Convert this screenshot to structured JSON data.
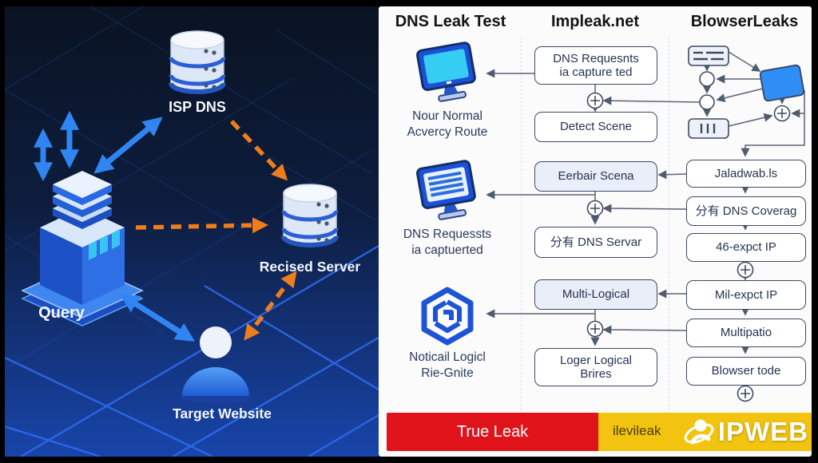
{
  "left_diagram": {
    "labels": {
      "isp_dns": "ISP DNS",
      "recised_server": "Recised Server",
      "query": "Query",
      "target_website": "Target Website"
    },
    "colors": {
      "arrow_blue": "#2f86f2",
      "arrow_orange": "#ee7d1c",
      "bg_top": "#0a1322",
      "bg_bottom": "#1845ab"
    }
  },
  "columns": {
    "c1": {
      "title": "DNS Leak Test",
      "items": [
        {
          "icon": "monitor-icon",
          "label": "Nour Normal\nAcvercy Route"
        },
        {
          "icon": "monitor-lines-icon",
          "label": "DNS Requessts\nia captuerted"
        },
        {
          "icon": "hexagon-knot-icon",
          "label": "Noticail Logicl\nRie-Gnite"
        }
      ]
    },
    "c2": {
      "title": "Impleak.net",
      "boxes": [
        {
          "label": "DNS Requesnts\nia capture ted"
        },
        {
          "label": "Detect Scene"
        },
        {
          "label": "Eerbair Scena"
        },
        {
          "label": "分有 DNS Servar"
        },
        {
          "label": "Multi-Logical"
        },
        {
          "label": "Loger Logical\nBrires"
        }
      ]
    },
    "c3": {
      "title": "BlowserLeaks",
      "boxes": [
        {
          "label": "Jaladwab.ls"
        },
        {
          "label": "分有 DNS Coverag"
        },
        {
          "label": "46-expct IP"
        },
        {
          "label": "Mil-expct IP"
        },
        {
          "label": "Multipatio"
        },
        {
          "label": "Blowser tode"
        }
      ]
    }
  },
  "footer": {
    "leak_label": "True Leak",
    "yellow_text_fragment": "ilevileak",
    "brand": "IPWEB",
    "colors": {
      "leak_red": "#e0131b",
      "brand_yellow": "#f2c40f"
    }
  }
}
